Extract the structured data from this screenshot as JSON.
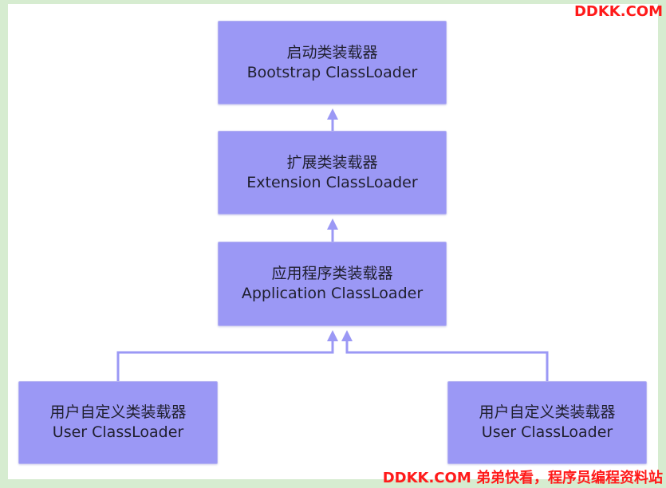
{
  "diagram": {
    "nodes": {
      "bootstrap": {
        "zh": "启动类装载器",
        "en": "Bootstrap ClassLoader"
      },
      "extension": {
        "zh": "扩展类装载器",
        "en": "Extension ClassLoader"
      },
      "application": {
        "zh": "应用程序类装载器",
        "en": "Application ClassLoader"
      },
      "user_left": {
        "zh": "用户自定义类装载器",
        "en": "User ClassLoader"
      },
      "user_right": {
        "zh": "用户自定义类装载器",
        "en": "User ClassLoader"
      }
    },
    "edges": [
      {
        "from": "extension",
        "to": "bootstrap"
      },
      {
        "from": "application",
        "to": "extension"
      },
      {
        "from": "user_left",
        "to": "application"
      },
      {
        "from": "user_right",
        "to": "application"
      }
    ],
    "colors": {
      "node_fill": "#9b98f5",
      "connector": "#9b98f5",
      "background_frame": "#d6ecd0",
      "panel": "#ffffff",
      "watermark": "#ff1a1a"
    }
  },
  "watermarks": {
    "top": "DDKK.COM",
    "bottom": "DDKK.COM 弟弟快看，程序员编程资料站"
  }
}
